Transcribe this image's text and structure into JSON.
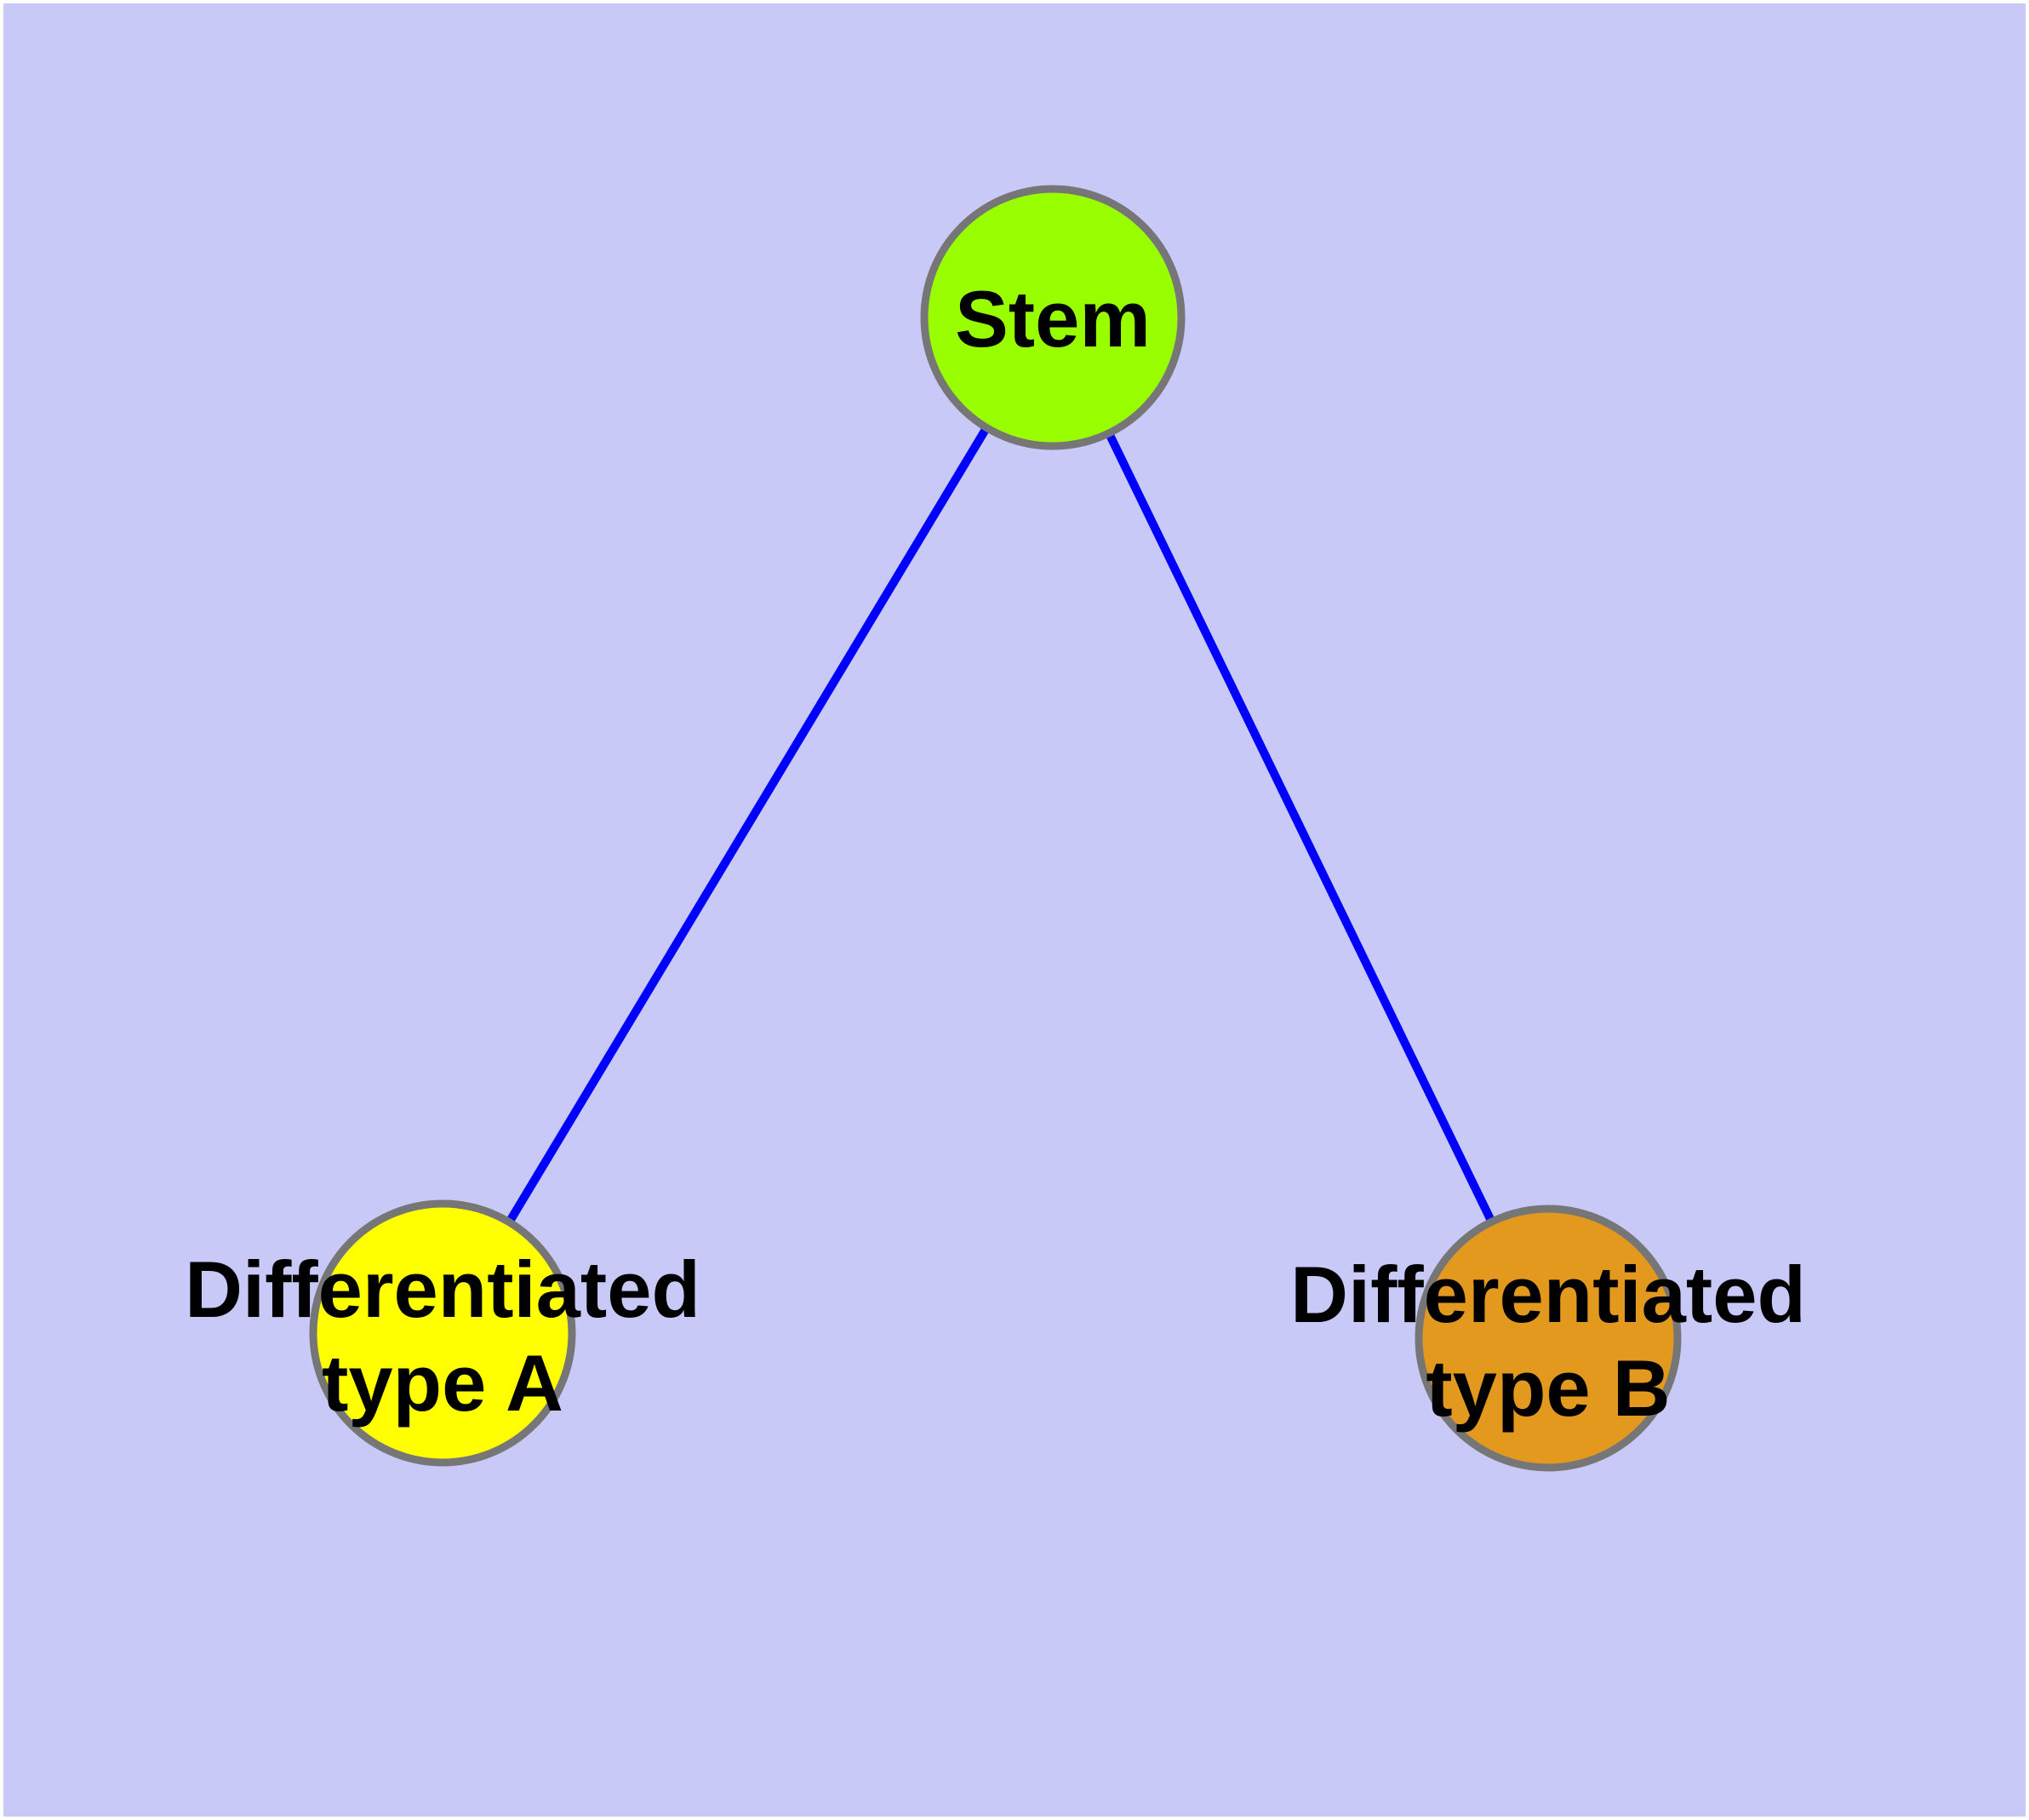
{
  "diagram": {
    "type": "graph",
    "background_color": "#C9C9F8",
    "page_margin_color": "#FFFFFF",
    "edge_color": "#0000FF",
    "node_border_color": "#767676",
    "text_color": "#000000",
    "nodes": [
      {
        "id": "stem",
        "label": "Stem",
        "fill": "#99FF00"
      },
      {
        "id": "differentiated-type-a",
        "label": "Differentiated type A",
        "label_line1": "Differentiated",
        "label_line2": "type A",
        "fill": "#FFFF00"
      },
      {
        "id": "differentiated-type-b",
        "label": "Differentiated type B",
        "label_line1": "Differentiated",
        "label_line2": "type B",
        "fill": "#E3991E"
      }
    ],
    "edges": [
      {
        "from": "Stem",
        "to": "Differentiated type A"
      },
      {
        "from": "Stem",
        "to": "Differentiated type B"
      }
    ]
  }
}
